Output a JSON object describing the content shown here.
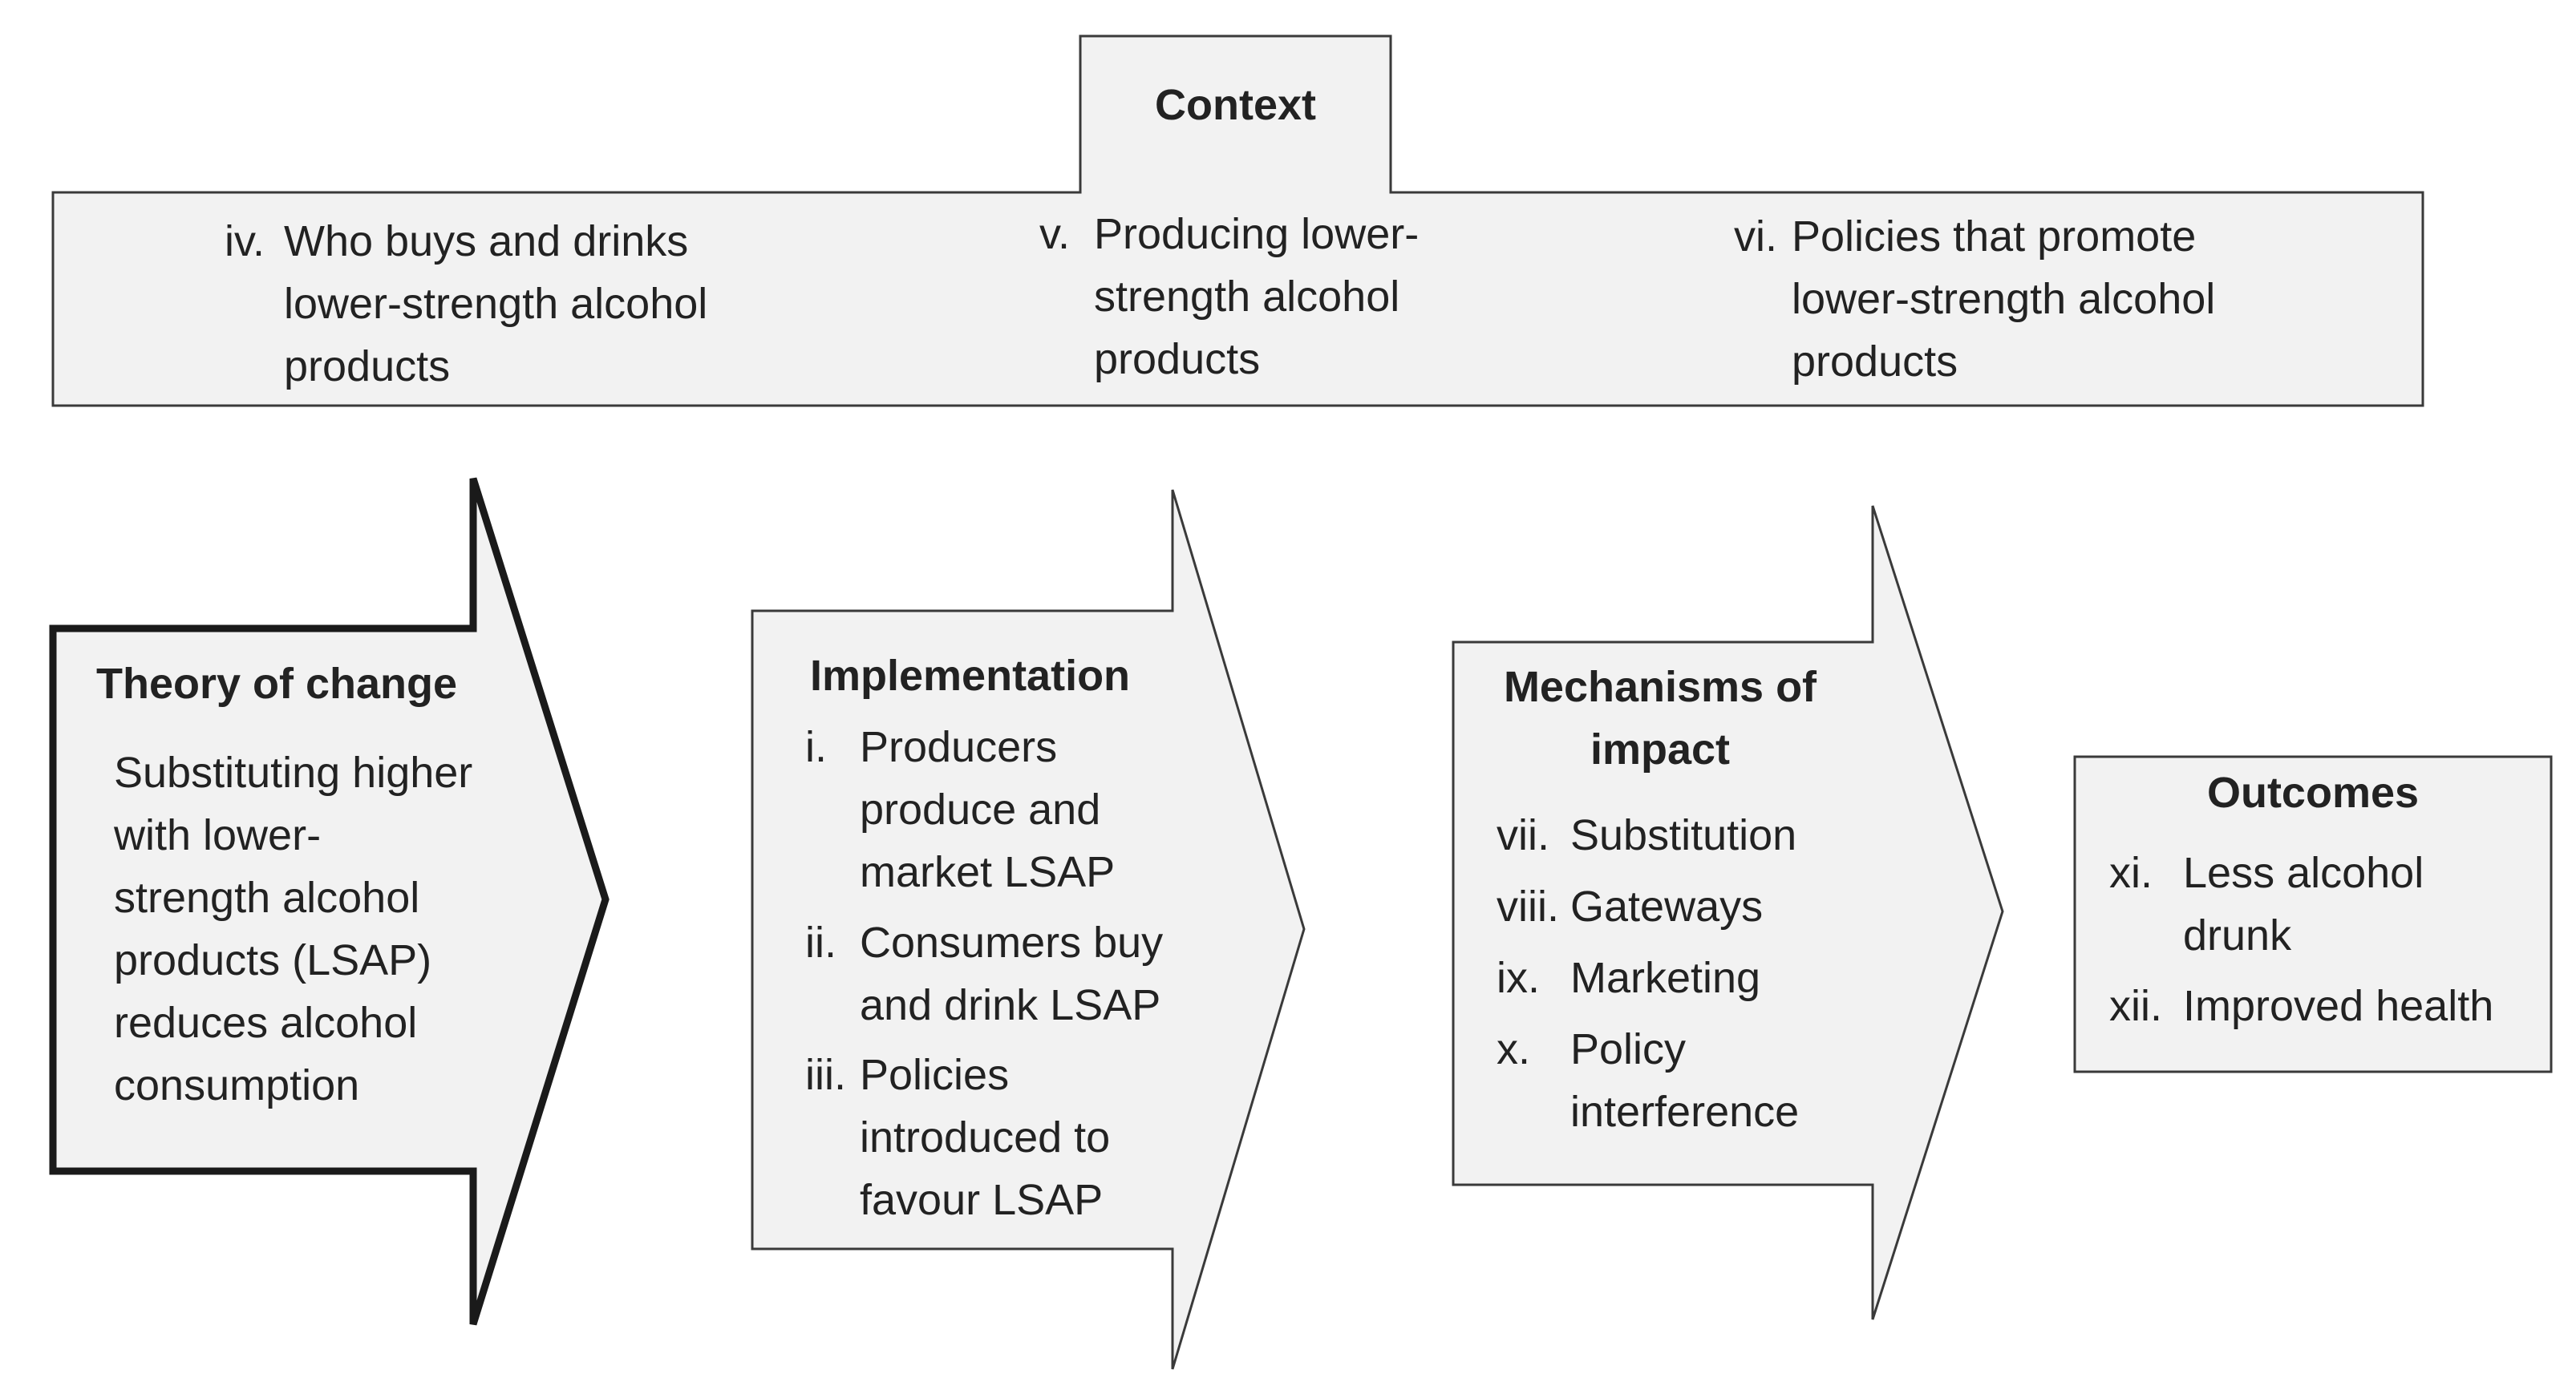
{
  "context": {
    "title": "Context",
    "items": [
      {
        "numeral": "iv.",
        "text": "Who buys and drinks\nlower-strength alcohol\nproducts"
      },
      {
        "numeral": "v.",
        "text": "Producing lower-\nstrength alcohol\nproducts"
      },
      {
        "numeral": "vi.",
        "text": "Policies that promote\nlower-strength alcohol\nproducts"
      }
    ]
  },
  "theory": {
    "title": "Theory of change",
    "text": "Substituting higher\nwith lower-\nstrength alcohol\nproducts (LSAP)\nreduces alcohol\nconsumption"
  },
  "implementation": {
    "title": "Implementation",
    "items": [
      {
        "numeral": "i.",
        "text": "Producers\nproduce and\nmarket LSAP"
      },
      {
        "numeral": "ii.",
        "text": "Consumers buy\nand drink LSAP"
      },
      {
        "numeral": "iii.",
        "text": "Policies\nintroduced to\nfavour LSAP"
      }
    ]
  },
  "mechanisms": {
    "title": "Mechanisms of\nimpact",
    "items": [
      {
        "numeral": "vii.",
        "text": "Substitution"
      },
      {
        "numeral": "viii.",
        "text": "Gateways"
      },
      {
        "numeral": "ix.",
        "text": "Marketing"
      },
      {
        "numeral": "x.",
        "text": "Policy\ninterference"
      }
    ]
  },
  "outcomes": {
    "title": "Outcomes",
    "items": [
      {
        "numeral": "xi.",
        "text": "Less alcohol\ndrunk"
      },
      {
        "numeral": "xii.",
        "text": "Improved health"
      }
    ]
  },
  "colors": {
    "fill": "#f2f2f2",
    "stroke": "#3a3a3a",
    "text": "#222222"
  }
}
